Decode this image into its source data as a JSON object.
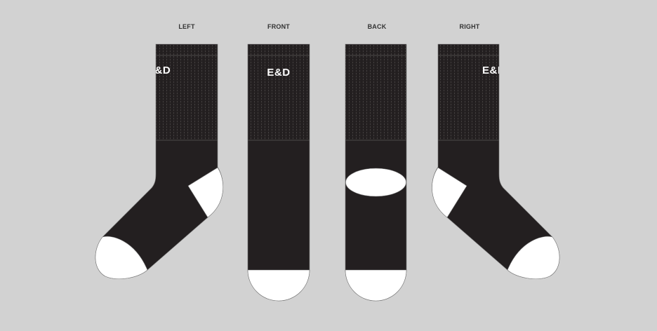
{
  "views": {
    "left": {
      "label": "LEFT"
    },
    "front": {
      "label": "FRONT"
    },
    "back": {
      "label": "BACK"
    },
    "right": {
      "label": "RIGHT"
    }
  },
  "brand": {
    "logo": "E&D"
  },
  "colors": {
    "background": "#d2d2d2",
    "sock_body": "#231f20",
    "rib_lines": "#55524f",
    "accent": "#ffffff"
  }
}
